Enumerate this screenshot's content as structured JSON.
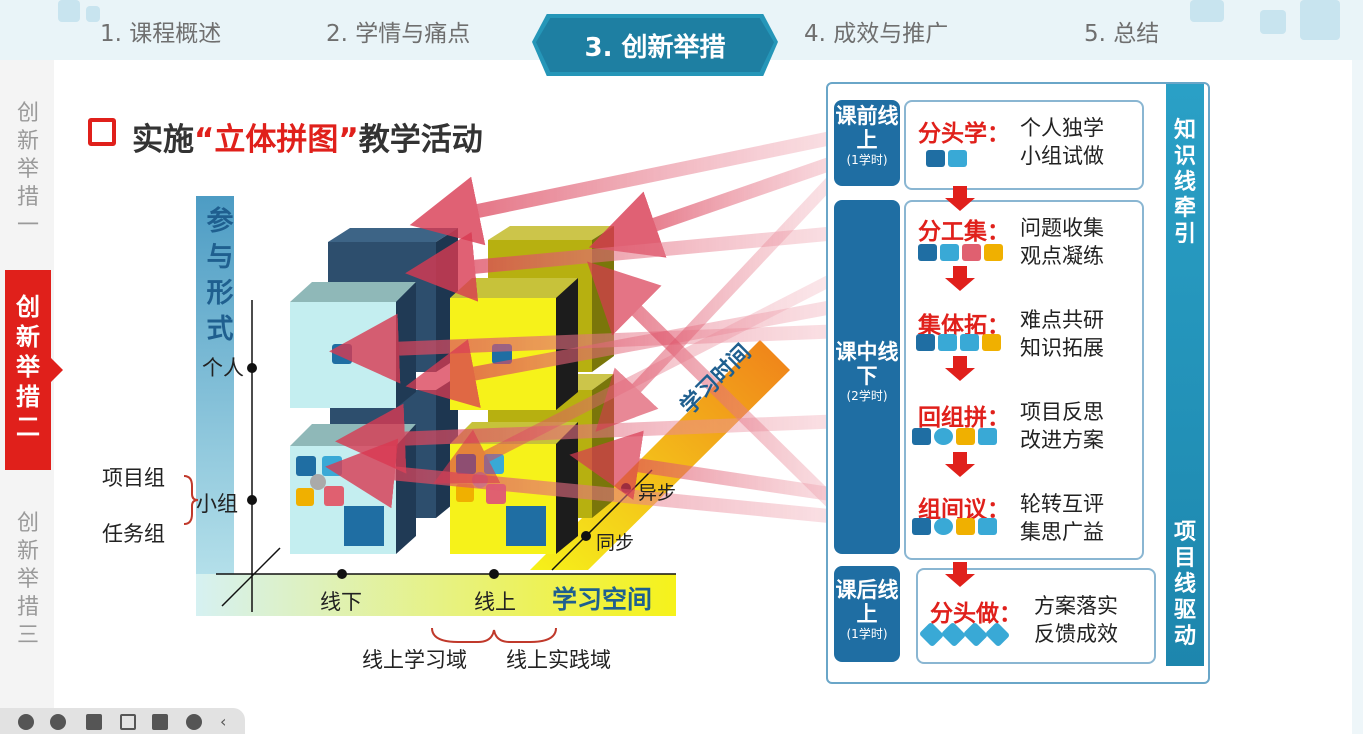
{
  "nav": {
    "tabs": [
      {
        "label": "1. 课程概述"
      },
      {
        "label": "2. 学情与痛点"
      },
      {
        "label": "3. 创新举措"
      },
      {
        "label": "4. 成效与推广"
      },
      {
        "label": "5. 总结"
      }
    ],
    "active_index": 2
  },
  "sidebar": {
    "items": [
      {
        "label": "创新举措一"
      },
      {
        "label": "创新举措二"
      },
      {
        "label": "创新举措三"
      }
    ],
    "active_index": 1
  },
  "title": {
    "prefix": "实施",
    "highlight": "“立体拼图”",
    "suffix": "教学活动"
  },
  "diagram": {
    "y_axis_label": "参与形式",
    "y_ticks": [
      "个人",
      "小组"
    ],
    "group_sublabels": [
      "项目组",
      "任务组"
    ],
    "x_axis_label": "学习空间",
    "x_ticks": [
      "线下",
      "线上"
    ],
    "x_sublabels": [
      "线上学习域",
      "线上实践域"
    ],
    "z_axis_label": "学习时间",
    "z_ticks": [
      "异步",
      "同步"
    ]
  },
  "panel": {
    "phases": [
      {
        "name": "课前线上",
        "hours": "(1学时)"
      },
      {
        "name": "课中线下",
        "hours": "(2学时)"
      },
      {
        "name": "课后线上",
        "hours": "(1学时)"
      }
    ],
    "steps": [
      {
        "name": "分头学：",
        "desc1": "个人独学",
        "desc2": "小组试做"
      },
      {
        "name": "分工集：",
        "desc1": "问题收集",
        "desc2": "观点凝练"
      },
      {
        "name": "集体拓：",
        "desc1": "难点共研",
        "desc2": "知识拓展"
      },
      {
        "name": "回组拼：",
        "desc1": "项目反思",
        "desc2": "改进方案"
      },
      {
        "name": "组间议：",
        "desc1": "轮转互评",
        "desc2": "集思广益"
      },
      {
        "name": "分头做：",
        "desc1": "方案落实",
        "desc2": "反馈成效"
      }
    ],
    "side_labels": [
      "知识线牵引",
      "项目线驱动"
    ]
  },
  "colors": {
    "accent_red": "#e0201b",
    "nav_blue": "#1e7fa2",
    "cube_dark": "#2d4e6d",
    "cube_light": "#c4eef0",
    "cube_yellow": "#f6f21a",
    "cube_olive": "#b7b010"
  },
  "toolbar_icons": [
    "prev-icon",
    "play-icon",
    "pen-icon",
    "target-icon",
    "video-icon",
    "chat-icon",
    "collapse-icon"
  ]
}
